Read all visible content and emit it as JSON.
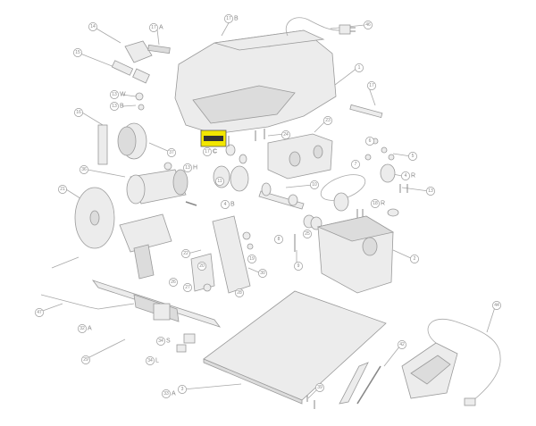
{
  "callouts": [
    {
      "id": "c14",
      "num": "14",
      "suffix": ""
    },
    {
      "id": "c17a",
      "num": "17",
      "suffix": "A"
    },
    {
      "id": "c17b",
      "num": "17",
      "suffix": "B"
    },
    {
      "id": "c46",
      "num": "46",
      "suffix": ""
    },
    {
      "id": "c15",
      "num": "15",
      "suffix": ""
    },
    {
      "id": "c1",
      "num": "1",
      "suffix": ""
    },
    {
      "id": "c13w",
      "num": "13",
      "suffix": "W"
    },
    {
      "id": "c13b",
      "num": "13",
      "suffix": "B"
    },
    {
      "id": "c17",
      "num": "17",
      "suffix": ""
    },
    {
      "id": "c16",
      "num": "16",
      "suffix": ""
    },
    {
      "id": "c17c",
      "num": "17",
      "suffix": "C"
    },
    {
      "id": "c37",
      "num": "37",
      "suffix": ""
    },
    {
      "id": "c23",
      "num": "23",
      "suffix": ""
    },
    {
      "id": "c24",
      "num": "24",
      "suffix": ""
    },
    {
      "id": "c13h",
      "num": "13",
      "suffix": "H"
    },
    {
      "id": "c36",
      "num": "36",
      "suffix": ""
    },
    {
      "id": "c21",
      "num": "21",
      "suffix": ""
    },
    {
      "id": "c10",
      "num": "10",
      "suffix": ""
    },
    {
      "id": "c13",
      "num": "13",
      "suffix": ""
    },
    {
      "id": "c5",
      "num": "5",
      "suffix": ""
    },
    {
      "id": "c6",
      "num": "6",
      "suffix": ""
    },
    {
      "id": "c4r",
      "num": "4",
      "suffix": "R"
    },
    {
      "id": "c11",
      "num": "11",
      "suffix": ""
    },
    {
      "id": "c4b",
      "num": "4",
      "suffix": "B"
    },
    {
      "id": "c18r",
      "num": "18",
      "suffix": "R"
    },
    {
      "id": "c7",
      "num": "7",
      "suffix": ""
    },
    {
      "id": "c25",
      "num": "25",
      "suffix": ""
    },
    {
      "id": "c22",
      "num": "22",
      "suffix": ""
    },
    {
      "id": "c19",
      "num": "19",
      "suffix": ""
    },
    {
      "id": "c8",
      "num": "8",
      "suffix": ""
    },
    {
      "id": "c9",
      "num": "9",
      "suffix": ""
    },
    {
      "id": "c2",
      "num": "2",
      "suffix": ""
    },
    {
      "id": "c20",
      "num": "20",
      "suffix": ""
    },
    {
      "id": "c28",
      "num": "28",
      "suffix": ""
    },
    {
      "id": "c26",
      "num": "26",
      "suffix": ""
    },
    {
      "id": "c27",
      "num": "27",
      "suffix": ""
    },
    {
      "id": "c30",
      "num": "30",
      "suffix": ""
    },
    {
      "id": "c47",
      "num": "47",
      "suffix": ""
    },
    {
      "id": "c32a",
      "num": "32",
      "suffix": "A"
    },
    {
      "id": "c34s",
      "num": "34",
      "suffix": "S"
    },
    {
      "id": "c34l",
      "num": "34",
      "suffix": "L"
    },
    {
      "id": "c29",
      "num": "29",
      "suffix": ""
    },
    {
      "id": "c44",
      "num": "44",
      "suffix": ""
    },
    {
      "id": "c42",
      "num": "42",
      "suffix": ""
    },
    {
      "id": "c33a",
      "num": "33",
      "suffix": "A"
    },
    {
      "id": "c3",
      "num": "3",
      "suffix": ""
    },
    {
      "id": "c39",
      "num": "39",
      "suffix": ""
    }
  ],
  "highlighted_callout": "c17c",
  "colors": {
    "highlight": "#f2e600",
    "line": "#a8a8a8",
    "part": "#ececec"
  }
}
